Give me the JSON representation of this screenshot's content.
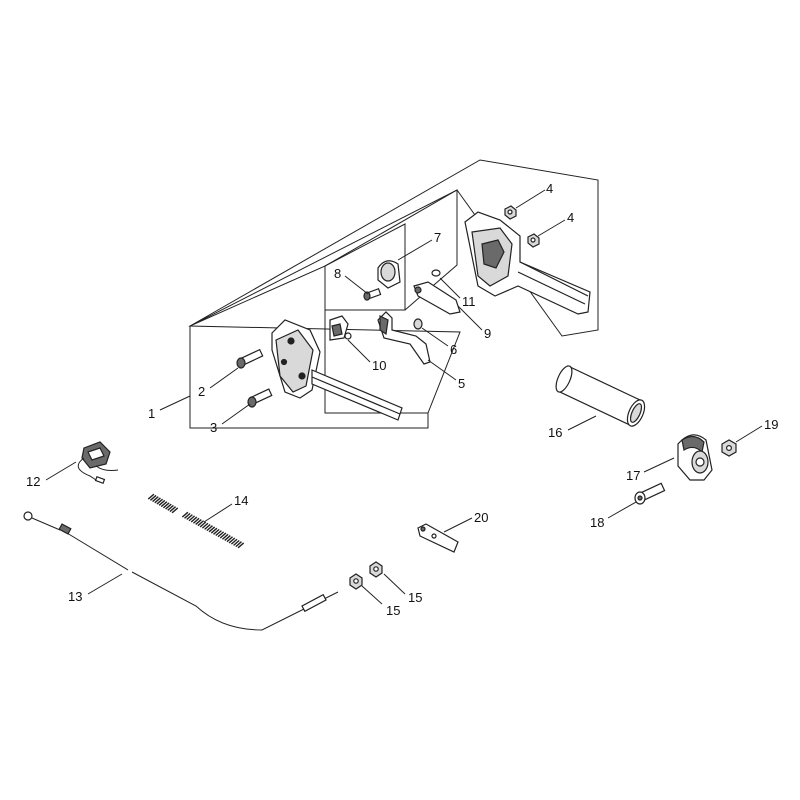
{
  "diagram": {
    "callouts": {
      "c1": "1",
      "c2": "2",
      "c3": "3",
      "c4a": "4",
      "c4b": "4",
      "c5": "5",
      "c6": "6",
      "c7": "7",
      "c8": "8",
      "c9": "9",
      "c10": "10",
      "c11": "11",
      "c12": "12",
      "c13": "13",
      "c14": "14",
      "c15a": "15",
      "c15b": "15",
      "c16": "16",
      "c17": "17",
      "c18": "18",
      "c19": "19",
      "c20": "20"
    }
  }
}
